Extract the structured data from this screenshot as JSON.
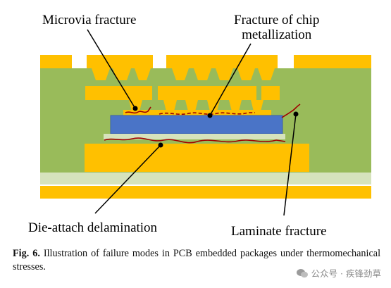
{
  "figure": {
    "labels": {
      "microvia_fracture": "Microvia fracture",
      "chip_metallization_line1": "Fracture of chip",
      "chip_metallization_line2": "metallization",
      "die_attach": "Die-attach delamination",
      "laminate_fracture": "Laminate fracture"
    },
    "colors": {
      "laminate": "#99bb5a",
      "copper": "#ffc000",
      "chip": "#4a74c7",
      "die_attach_layer": "#d6e3bc",
      "crack": "#a00000"
    }
  },
  "caption": {
    "label": "Fig. 6.",
    "text": "Illustration of failure modes in PCB embedded packages under thermomechanical stresses."
  },
  "watermark": {
    "text": "公众号 · 疾锋劲草"
  }
}
